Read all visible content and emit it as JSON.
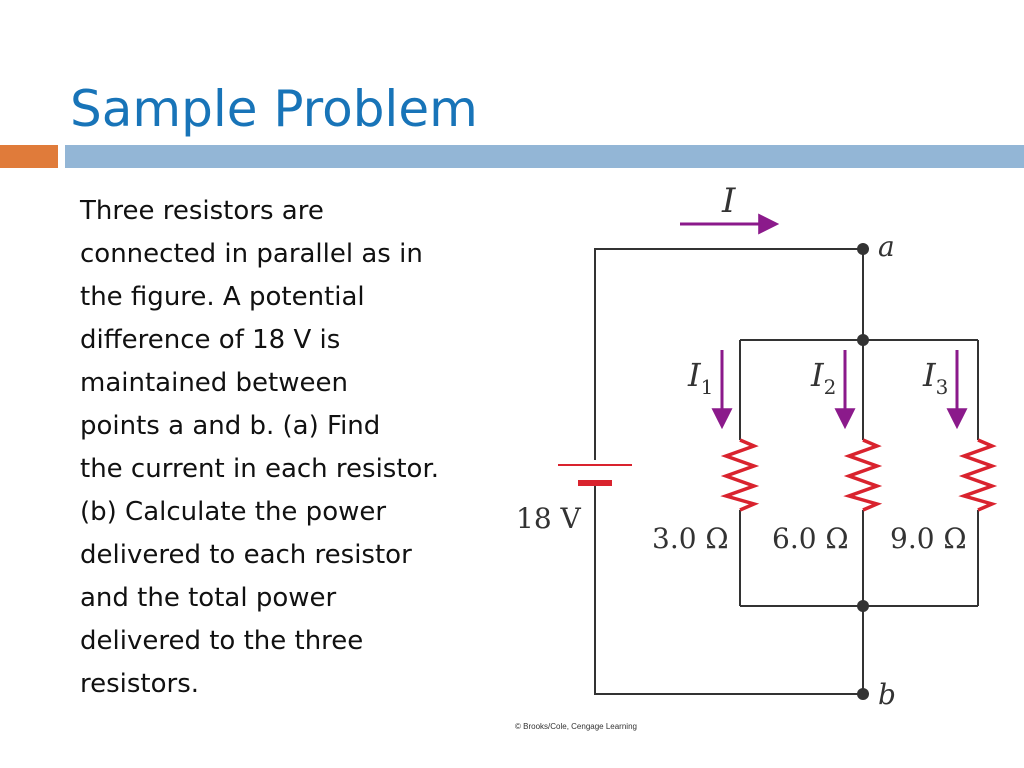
{
  "slide": {
    "title": "Sample Problem",
    "text_lines": [
      "Three resistors are",
      "connected in parallel as in",
      "the figure. A potential",
      "difference of 18 V is",
      "maintained between",
      "points a and b. (a) Find",
      "the current in each resistor.",
      "(b) Calculate the power",
      "delivered to each resistor",
      "and the total power",
      "delivered to the three",
      "resistors."
    ],
    "accent_color": "#e07b3a",
    "rule_color": "#93b6d6",
    "title_color": "#1874b8"
  },
  "circuit": {
    "current_label": "I",
    "node_a": "a",
    "node_b": "b",
    "battery_label": "18 V",
    "branches": [
      {
        "current_symbol": "I",
        "current_index": "1",
        "resistance": "3.0 Ω"
      },
      {
        "current_symbol": "I",
        "current_index": "2",
        "resistance": "6.0 Ω"
      },
      {
        "current_symbol": "I",
        "current_index": "3",
        "resistance": "9.0 Ω"
      }
    ],
    "credit": "© Brooks/Cole, Cengage Learning",
    "wire_color": "#333333",
    "arrow_color": "#8b1a8b",
    "resistor_color": "#d9232e"
  }
}
